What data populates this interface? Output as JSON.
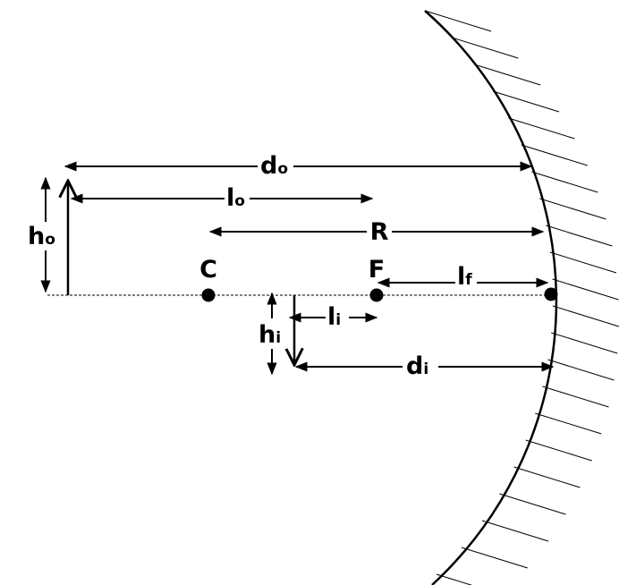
{
  "title": "Concave mirror ray diagram",
  "points": {
    "center": "C",
    "focus": "F"
  },
  "labels": {
    "d_o": {
      "main": "d",
      "sub": "o"
    },
    "l_o": {
      "main": "l",
      "sub": "o"
    },
    "R": {
      "main": "R"
    },
    "h_o": {
      "main": "h",
      "sub": "o"
    },
    "l_f": {
      "main": "l",
      "sub": "f"
    },
    "l_i": {
      "main": "l",
      "sub": "i"
    },
    "h_i": {
      "main": "h",
      "sub": "i"
    },
    "d_i": {
      "main": "d",
      "sub": "i"
    }
  },
  "colors": {
    "ink": "#000000",
    "background": "#ffffff"
  }
}
